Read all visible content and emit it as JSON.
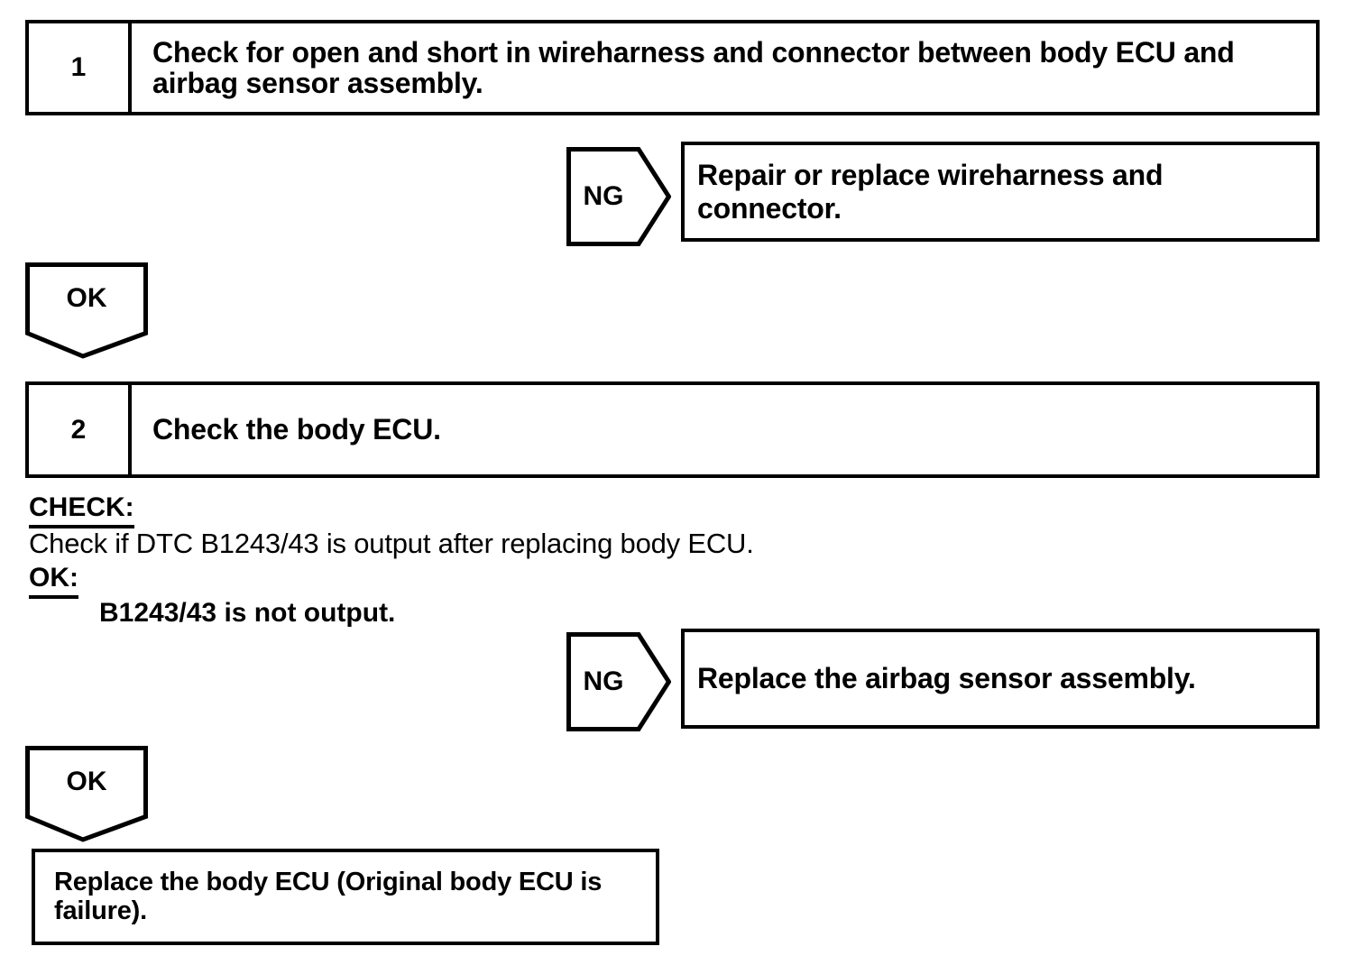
{
  "colors": {
    "ink": "#000000",
    "background": "#ffffff"
  },
  "flowchart": {
    "step1": {
      "number": "1",
      "title": "Check for open and short in wireharness and connector between body ECU and airbag sensor assembly."
    },
    "ng1": {
      "label": "NG",
      "action": "Repair or replace wireharness and connector."
    },
    "ok1": {
      "label": "OK"
    },
    "step2": {
      "number": "2",
      "title": "Check the body ECU."
    },
    "details": {
      "check_label": "CHECK:",
      "check_text": "Check if DTC B1243/43 is output after replacing body ECU.",
      "ok_label": "OK:",
      "ok_result": "B1243/43 is not output."
    },
    "ng2": {
      "label": "NG",
      "action": "Replace the airbag sensor assembly."
    },
    "ok2": {
      "label": "OK"
    },
    "final": {
      "text": "Replace the body ECU (Original body ECU is failure)."
    }
  }
}
